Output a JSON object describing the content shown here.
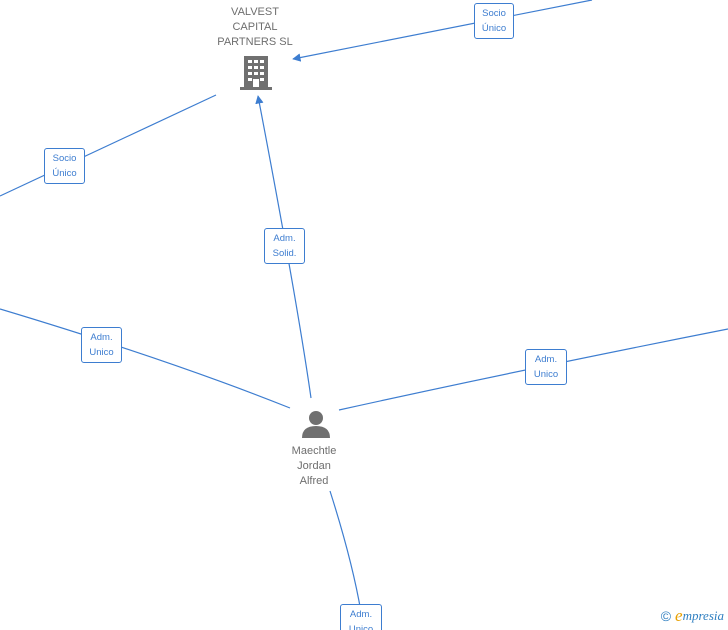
{
  "nodes": {
    "company": {
      "name": "VALVEST\nCAPITAL\nPARTNERS  SL",
      "icon": "building-icon"
    },
    "person": {
      "name": "Maechtle\nJordan\nAlfred",
      "icon": "person-icon"
    }
  },
  "edge_labels": {
    "socio_unico_top_right": "Socio\nÚnico",
    "socio_unico_left": "Socio\nÚnico",
    "adm_solid": "Adm.\nSolid.",
    "adm_unico_left": "Adm.\nUnico",
    "adm_unico_right": "Adm.\nUnico",
    "adm_unico_bottom": "Adm.\nUnico"
  },
  "colors": {
    "edge": "#3d7dd0",
    "node_icon": "#707070",
    "node_text": "#6e6e6e"
  },
  "watermark": {
    "copyright": "©",
    "brand_initial": "e",
    "brand_rest": "mpresia"
  }
}
